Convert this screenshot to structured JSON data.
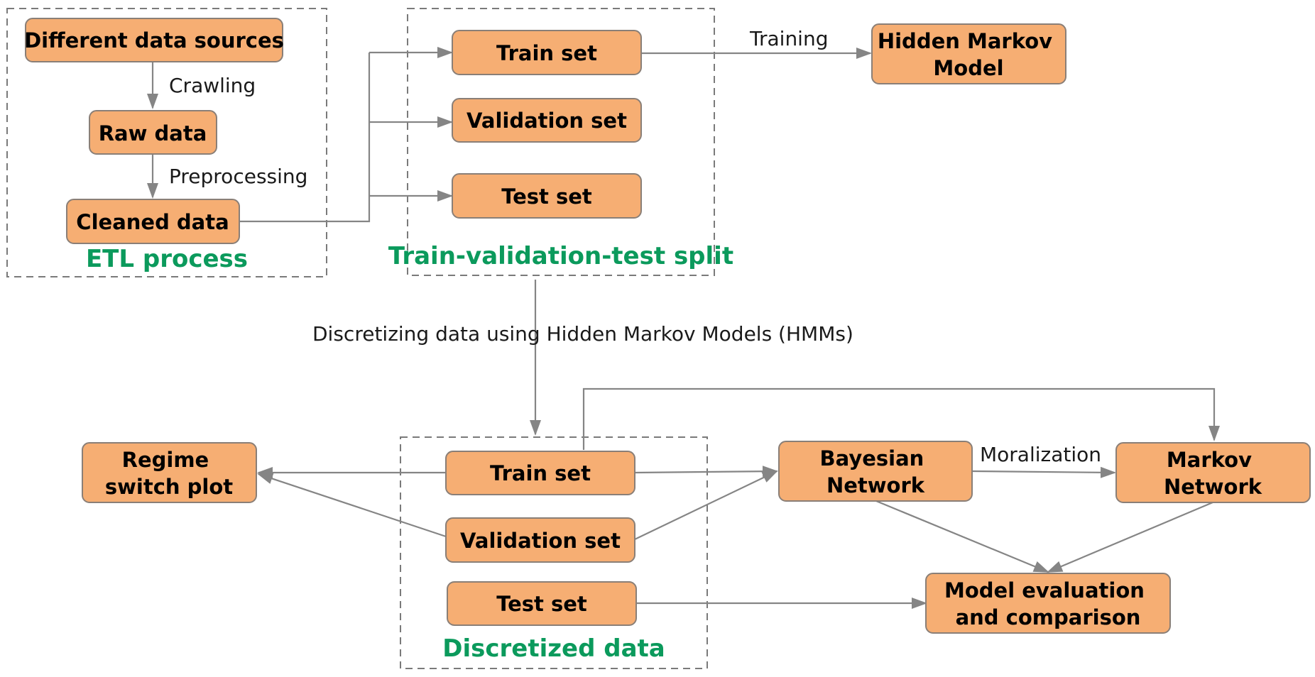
{
  "colors": {
    "node_fill": "#F6AE73",
    "node_border": "#8a7f77",
    "group_title": "#0B9A5C",
    "edge": "#858585"
  },
  "groups": {
    "etl": {
      "title": "ETL process"
    },
    "split": {
      "title": "Train-validation-test split"
    },
    "discretized": {
      "title": "Discretized data"
    }
  },
  "nodes": {
    "sources": "Different data sources",
    "raw": "Raw data",
    "cleaned": "Cleaned data",
    "train1": "Train set",
    "val1": "Validation set",
    "test1": "Test set",
    "hmm": [
      "Hidden Markov",
      "Model"
    ],
    "regime": [
      "Regime",
      "switch plot"
    ],
    "train2": "Train set",
    "val2": "Validation set",
    "test2": "Test set",
    "bayes": [
      "Bayesian",
      "Network"
    ],
    "markov": [
      "Markov",
      "Network"
    ],
    "eval": [
      "Model evaluation",
      "and comparison"
    ]
  },
  "edges": {
    "crawling": "Crawling",
    "preprocessing": "Preprocessing",
    "training": "Training",
    "discretizing": "Discretizing data using Hidden Markov Models (HMMs)",
    "moralization": "Moralization"
  }
}
